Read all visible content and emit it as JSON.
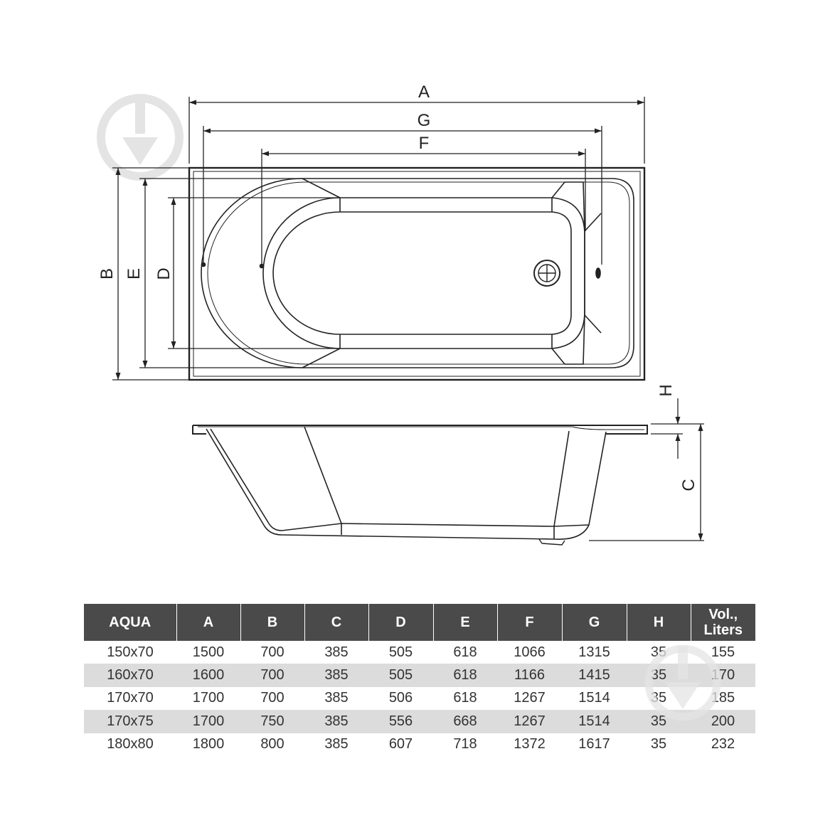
{
  "drawing": {
    "labels": {
      "a": "A",
      "b": "B",
      "c": "C",
      "d": "D",
      "e": "E",
      "f": "F",
      "g": "G",
      "h": "H"
    }
  },
  "table": {
    "headers": [
      "AQUA",
      "A",
      "B",
      "C",
      "D",
      "E",
      "F",
      "G",
      "H",
      "Vol.,\nLiters"
    ],
    "rows": [
      [
        "150x70",
        "1500",
        "700",
        "385",
        "505",
        "618",
        "1066",
        "1315",
        "35",
        "155"
      ],
      [
        "160x70",
        "1600",
        "700",
        "385",
        "505",
        "618",
        "1166",
        "1415",
        "35",
        "170"
      ],
      [
        "170x70",
        "1700",
        "700",
        "385",
        "506",
        "618",
        "1267",
        "1514",
        "35",
        "185"
      ],
      [
        "170x75",
        "1700",
        "750",
        "385",
        "556",
        "668",
        "1267",
        "1514",
        "35",
        "200"
      ],
      [
        "180x80",
        "1800",
        "800",
        "385",
        "607",
        "718",
        "1372",
        "1617",
        "35",
        "232"
      ]
    ]
  },
  "colors": {
    "line": "#222222",
    "header_bg": "#4a4a4a",
    "stripe_bg": "#dcdcdc",
    "watermark": "#e4e4e4"
  },
  "watermark_icon": "drop-logo-icon"
}
